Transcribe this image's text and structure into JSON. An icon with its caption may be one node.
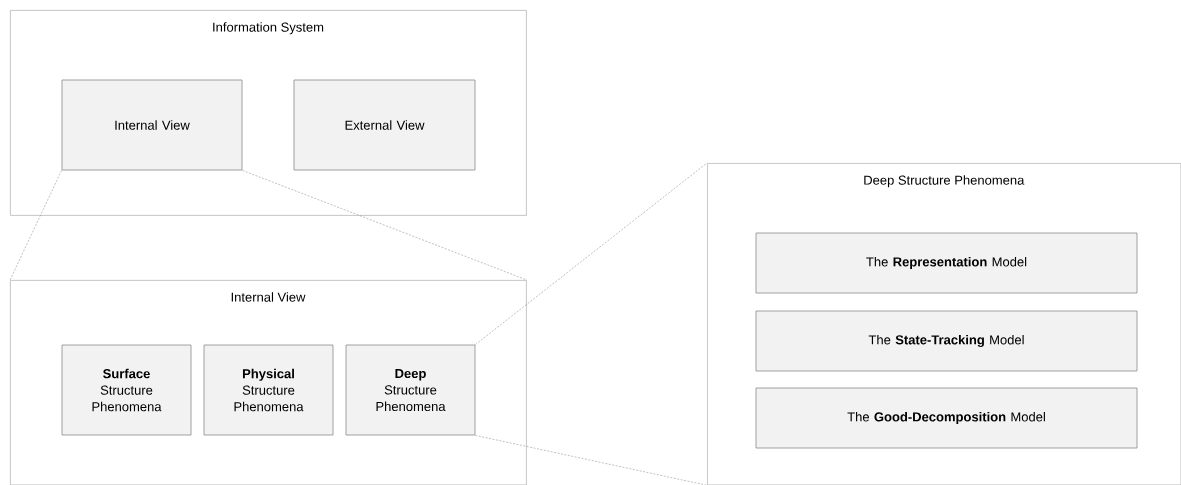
{
  "diagram": {
    "nodes": [
      {
        "text": [
          "Information System"
        ]
      },
      {
        "text": [
          "Internal View"
        ],
        "in": 0
      },
      {
        "text": [
          "External View"
        ],
        "in": 0
      },
      {
        "text": [
          "Internal View"
        ]
      },
      {
        "text": [
          "**Surface** Structure Phenomena"
        ],
        "in": 3
      },
      {
        "text": [
          "**Physical** Structure Phenomena"
        ],
        "in": 3
      },
      {
        "text": [
          "**Deep** Structure Phenomena"
        ],
        "in": 3
      },
      {
        "text": [
          "Deep Structure Phenomena"
        ]
      },
      {
        "text": [
          "The **Representation** Model"
        ],
        "in": 7
      },
      {
        "text": [
          "The **State-Tracking** Model"
        ],
        "in": 7
      },
      {
        "text": [
          "The **Good-Decomposition** Model"
        ],
        "in": 7
      }
    ],
    "edges": [
      {
        "from": 1,
        "to": 3,
        "arrow": "none",
        "style": "dashed"
      },
      {
        "from": 1,
        "to": 3,
        "arrow": "none",
        "style": "dashed"
      },
      {
        "from": 6,
        "to": 7,
        "arrow": "none",
        "style": "dashed"
      },
      {
        "from": 6,
        "to": 7,
        "arrow": "none",
        "style": "dashed"
      }
    ]
  }
}
